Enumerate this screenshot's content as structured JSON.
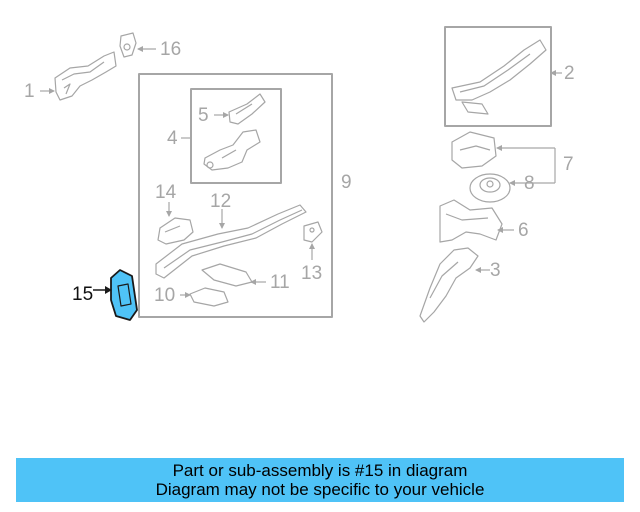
{
  "diagram": {
    "callouts": [
      "1",
      "2",
      "3",
      "4",
      "5",
      "6",
      "7",
      "8",
      "9",
      "10",
      "11",
      "12",
      "13",
      "14",
      "15",
      "16"
    ],
    "highlighted_part": "15",
    "colors": {
      "line": "#a6a6a6",
      "highlight_fill": "#4fc3f7",
      "highlight_stroke": "#1a1a1a"
    }
  },
  "banner": {
    "line1": "Part or sub-assembly is #15 in diagram",
    "line2": "Diagram may not be specific to your vehicle",
    "color": "#4fc3f7"
  }
}
